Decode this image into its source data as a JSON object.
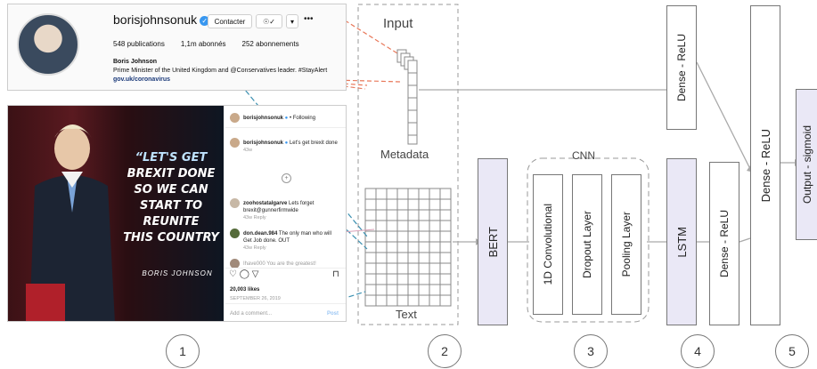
{
  "profile": {
    "username": "borisjohnsonuk",
    "contact_button": "Contacter",
    "posts": "548 publications",
    "followers": "1,1m abonnés",
    "following": "252 abonnements",
    "display_name": "Boris Johnson",
    "bio": "Prime Minister of the United Kingdom and @Conservatives leader. #StayAlert",
    "website": "gov.uk/coronavirus"
  },
  "post": {
    "slogan_line1": "“Let's get",
    "slogan_line2": "Brexit done",
    "slogan_line3": "so we can",
    "slogan_line4": "start to",
    "slogan_line5": "reunite",
    "slogan_line6": "this country",
    "signature": "BORIS JOHNSON",
    "header_user": "borisjohnsonuk",
    "header_follow": "Following",
    "caption_user": "borisjohnsonuk",
    "caption_text": "Let's get brexit done",
    "caption_time": "43w",
    "comment1_user": "zoohostatalgarve",
    "comment1_text": "Lets forget brexit@gunnerfirmwide",
    "comment1_meta": "43w   Reply",
    "comment2_user": "don.dean.984",
    "comment2_text": "The only man who will Get Job done. OUT",
    "comment2_meta": "43w   Reply",
    "comment3_text": "Ihave000 You are the greatest!",
    "likes": "20,003 likes",
    "date": "SEPTEMBER 26, 2019",
    "add_comment": "Add a comment...",
    "post_button": "Post"
  },
  "diagram": {
    "input_label": "Input",
    "metadata_label": "Metadata",
    "text_label": "Text",
    "bert": "BERT",
    "cnn_title": "CNN",
    "conv": "1D Convolutional",
    "dropout": "Dropout Layer",
    "pooling": "Pooling Layer",
    "lstm": "LSTM",
    "dense_relu_top": "Dense - ReLU",
    "dense_relu_mid": "Dense - ReLU",
    "dense_relu_big": "Dense - ReLU",
    "output": "Output - sigmoid",
    "step1": "1",
    "step2": "2",
    "step3": "3",
    "step4": "4",
    "step5": "5"
  }
}
